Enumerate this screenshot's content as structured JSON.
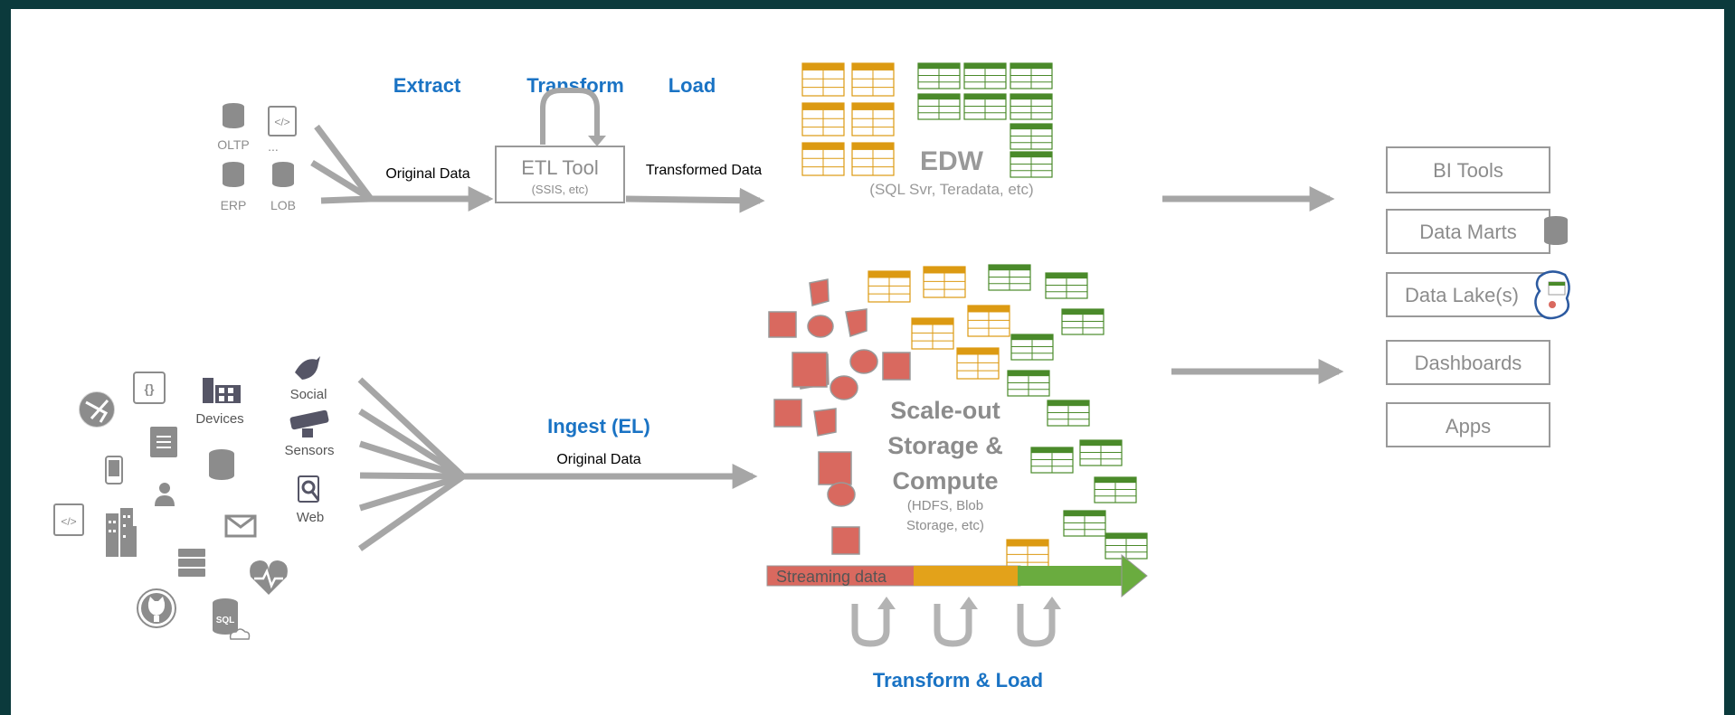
{
  "top_flow": {
    "extract": "Extract",
    "transform": "Transform",
    "load": "Load",
    "sources": [
      "OLTP",
      "...",
      "ERP",
      "LOB"
    ],
    "original_data": "Original Data",
    "etl_title": "ETL Tool",
    "etl_sub": "(SSIS, etc)",
    "transformed_data": "Transformed Data",
    "edw_title": "EDW",
    "edw_sub": "(SQL Svr, Teradata, etc)"
  },
  "bottom_flow": {
    "source_labels": [
      "Devices",
      "Social",
      "Sensors",
      "Web"
    ],
    "ingest": "Ingest (EL)",
    "original_data": "Original Data",
    "storage_title": [
      "Scale-out",
      "Storage &",
      "Compute"
    ],
    "storage_sub": [
      "(HDFS, Blob",
      "Storage, etc)"
    ],
    "streaming": "Streaming data",
    "transform_load": "Transform & Load"
  },
  "consumers": [
    "BI Tools",
    "Data Marts",
    "Data Lake(s)",
    "Dashboards",
    "Apps"
  ],
  "colors": {
    "accent_blue": "#1a73c4",
    "gray": "#999999",
    "arrow_gray": "#a6a6a6",
    "red": "#d9695f",
    "orange": "#e3a21a",
    "green": "#5a9e3a",
    "table_orange": "#dc9a12",
    "table_green": "#4a8a2a"
  },
  "icons": [
    "database-icon",
    "code-icon",
    "globe-icon",
    "json-icon",
    "devices-icon",
    "document-icon",
    "phone-icon",
    "person-icon",
    "building-icon",
    "server-icon",
    "mail-icon",
    "heart-pulse-icon",
    "github-icon",
    "sql-cloud-icon",
    "bird-icon",
    "sensor-icon",
    "web-search-icon"
  ]
}
